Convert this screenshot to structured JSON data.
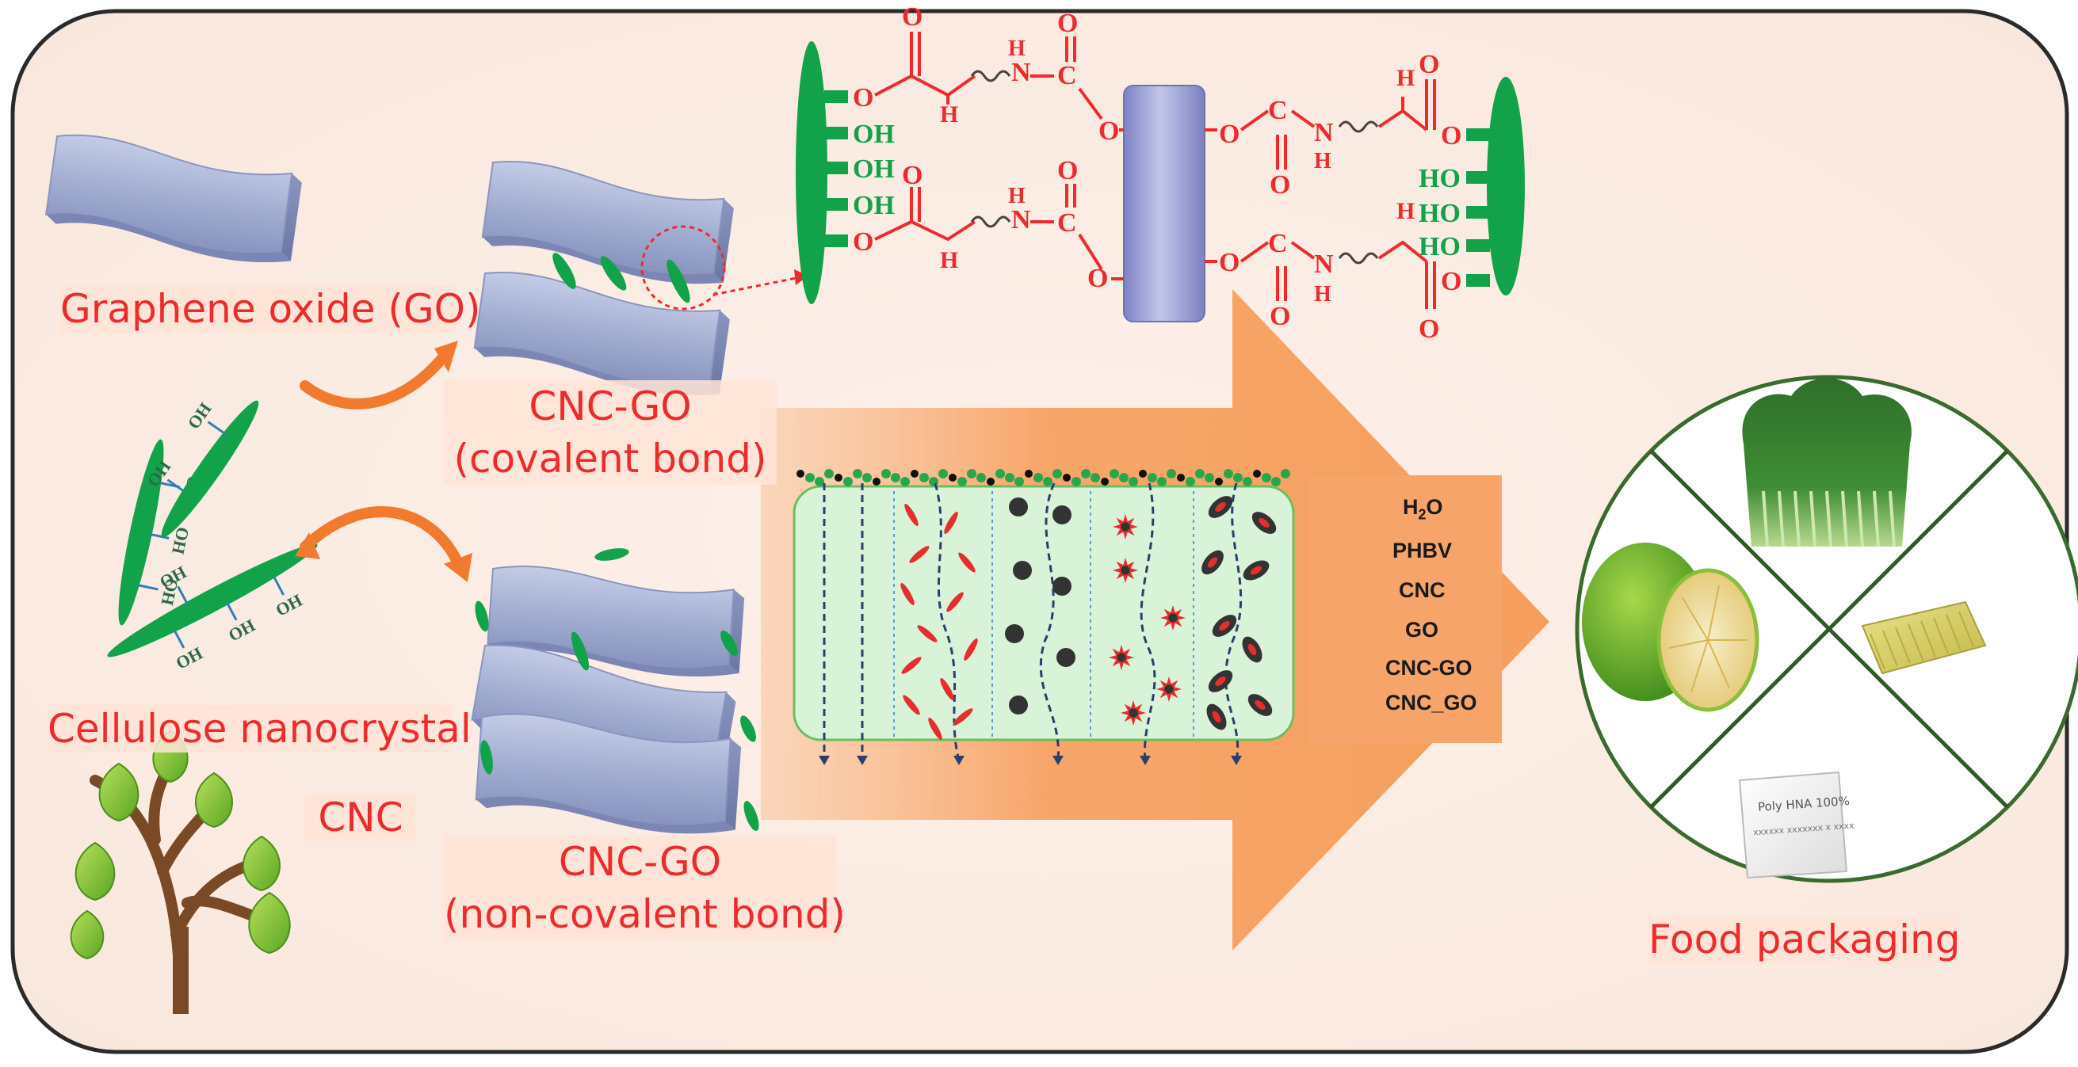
{
  "labels": {
    "graphene_oxide": "Graphene oxide (GO)",
    "cnc_go_covalent_line1": "CNC-GO",
    "cnc_go_covalent_line2": "(covalent bond)",
    "cellulose_nanocrystal": "Cellulose nanocrystal",
    "cnc": "CNC",
    "cnc_go_noncovalent_line1": "CNC-GO",
    "cnc_go_noncovalent_line2": "(non-covalent bond)",
    "food_packaging": "Food packaging"
  },
  "hydroxyl": {
    "HO": "HO",
    "OH": "OH"
  },
  "chemistry": {
    "O": "O",
    "OH": "OH",
    "HO": "HO",
    "H": "H",
    "N": "N",
    "C": "C"
  },
  "legend": [
    {
      "symbol": "water-dots",
      "label_main": "H",
      "label_sub": "2",
      "label_tail": "O"
    },
    {
      "symbol": "green-square",
      "label": "PHBV"
    },
    {
      "symbol": "red-dash",
      "label": "CNC"
    },
    {
      "symbol": "black-dot",
      "label": "GO"
    },
    {
      "symbol": "red-star",
      "label": "CNC-GO"
    },
    {
      "symbol": "black-ellipse-red-core",
      "label": "CNC_GO"
    }
  ],
  "product_photos": {
    "bag_text_1": "Poly HNA 100%",
    "bag_text_2": "xxxxxx xxxxxxx x xxxx"
  },
  "colors": {
    "panel_bg": "#fbece3",
    "label_red": "#ee2b2b",
    "cnc_green": "#12a24a",
    "go_sheet": "#aab4d4",
    "arrow_orange": "#f7a35f",
    "membrane": "#d9f3d8"
  }
}
